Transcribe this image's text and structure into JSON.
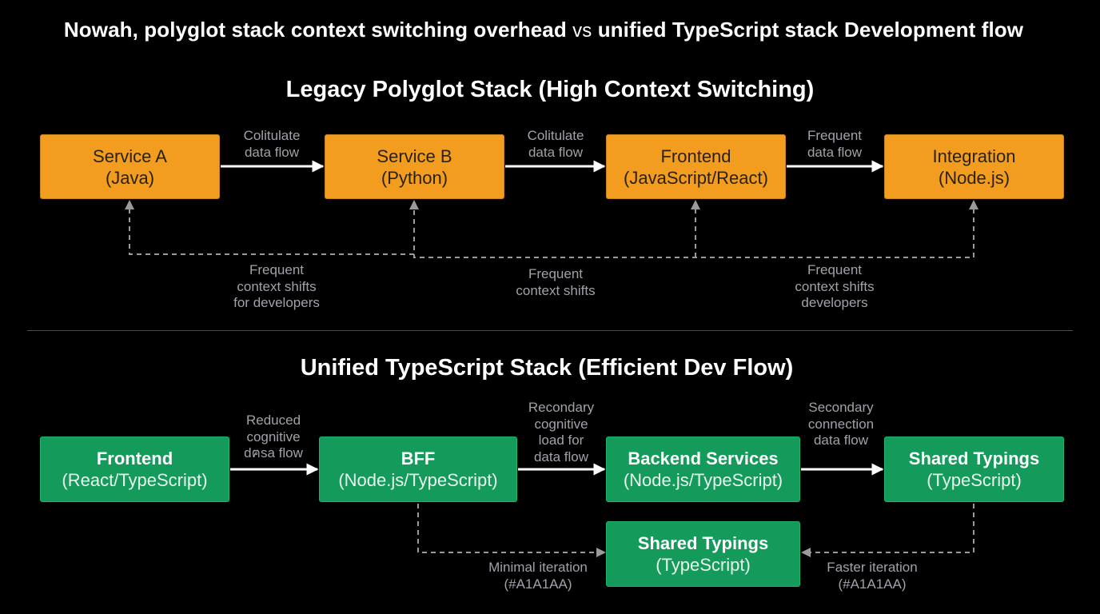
{
  "title": {
    "part1": "Nowah, polyglot stack context switching overhead",
    "vs": "vs",
    "part2": "unified TypeScript stack Development flow"
  },
  "legacy": {
    "heading": "Legacy Polyglot Stack (High Context Switching)",
    "boxes": [
      {
        "name": "Service A",
        "tech": "(Java)"
      },
      {
        "name": "Service B",
        "tech": "(Python)"
      },
      {
        "name": "Frontend",
        "tech": "(JavaScript/React)"
      },
      {
        "name": "Integration",
        "tech": "(Node.js)"
      }
    ],
    "flow_labels": [
      [
        "Colitulate",
        "data flow"
      ],
      [
        "Colitulate",
        "data flow"
      ],
      [
        "Frequent",
        "data flow"
      ]
    ],
    "shift_labels": [
      [
        "Frequent",
        "context shifts",
        "for developers"
      ],
      [
        "Frequent",
        "context shifts"
      ],
      [
        "Frequent",
        "context shifts",
        "developers"
      ]
    ]
  },
  "unified": {
    "heading": "Unified TypeScript Stack (Efficient Dev Flow)",
    "boxes": [
      {
        "name": "Frontend",
        "tech": "(React/TypeScript)"
      },
      {
        "name": "BFF",
        "tech": "(Node.js/TypeScript)"
      },
      {
        "name": "Backend Services",
        "tech": "(Node.js/TypeScript)"
      },
      {
        "name": "Shared Typings",
        "tech": "(TypeScript)"
      },
      {
        "name": "Shared Typings",
        "tech": "(TypeScript)"
      }
    ],
    "flow_labels": [
      [
        "Reduced",
        "cognitive",
        "dฅsa flow"
      ],
      [
        "Recondary",
        "cognitive",
        "load for",
        "data flow"
      ],
      [
        "Secondary",
        "connection",
        "data flow"
      ]
    ],
    "iteration_labels": [
      [
        "Minimal iteration",
        "(#A1A1AA)"
      ],
      [
        "Faster iteration",
        "(#A1A1AA)"
      ]
    ]
  },
  "colors": {
    "orange_box": "#f29d1f",
    "green_box": "#149a5a",
    "label_gray": "#a1a1aa",
    "background": "#000000"
  }
}
